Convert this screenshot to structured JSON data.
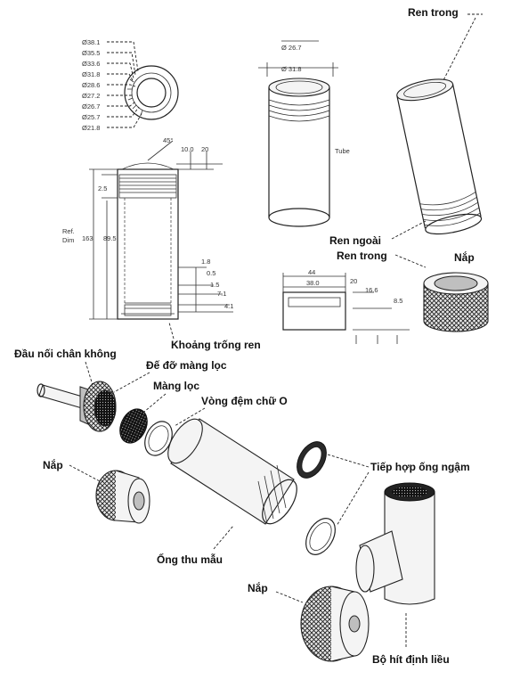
{
  "labels": {
    "ren_trong_top": "Ren trong",
    "ren_ngoai": "Ren ngoài",
    "ren_trong_mid": "Ren trong",
    "nap_top": "Nắp",
    "tube": "Tube",
    "khoang_trong_ren": "Khoảng trống ren",
    "dau_noi": "Đầu nối chân không",
    "de_do": "Đế đỡ màng lọc",
    "mang_loc": "Màng lọc",
    "vong_dem": "Vòng đệm chữ O",
    "tiep_hop": "Tiếp hợp ống ngậm",
    "nap_left": "Nắp",
    "ong_thu_mau": "Ống thu mẫu",
    "nap_bottom": "Nắp",
    "bo_hit": "Bộ hít định liều",
    "ref_dim": "Ref.\nDim"
  },
  "dims": {
    "ring_diameters": [
      "Ø38.1",
      "Ø35.5",
      "Ø33.6",
      "Ø31.8",
      "Ø28.6",
      "Ø27.2",
      "Ø26.7",
      "Ø25.7",
      "Ø21.8"
    ],
    "tube_top_d1": "Ø 26.7",
    "tube_top_d2": "Ø 31.8",
    "angle": "45°",
    "d_10": "10.0",
    "d_20": "20",
    "d_25": "2.5",
    "d_163": "163",
    "d_895": "89.5",
    "d_18": "1.8",
    "d_05": "0.5",
    "d_15": "1.5",
    "d_71": "7.1",
    "d_41": "4.1",
    "cap_44": "44",
    "cap_380": "38.0",
    "cap_20": "20",
    "cap_166": "16.6",
    "cap_85": "8.5"
  }
}
